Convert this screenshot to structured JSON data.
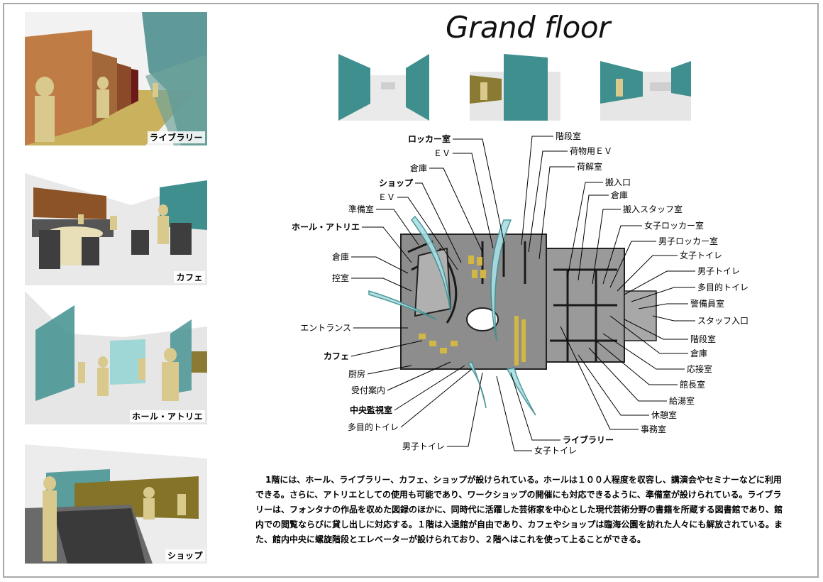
{
  "title": "Grand floor",
  "vignettes": [
    {
      "caption": "ライブラリー"
    },
    {
      "caption": "カフェ"
    },
    {
      "caption": "ホール・アトリエ"
    },
    {
      "caption": "ショップ"
    }
  ],
  "plan_labels": {
    "left": [
      "ロッカー室",
      "ＥＶ",
      "倉庫",
      "ショップ",
      "ＥＶ",
      "準備室",
      "ホール・アトリエ",
      "倉庫",
      "控室",
      "エントランス",
      "カフェ",
      "厨房",
      "受付案内",
      "中央監視室",
      "多目的トイレ",
      "男子トイレ"
    ],
    "right": [
      "階段室",
      "荷物用ＥＶ",
      "荷解室",
      "搬入口",
      "倉庫",
      "搬入スタッフ室",
      "女子ロッカー室",
      "男子ロッカー室",
      "女子トイレ",
      "男子トイレ",
      "多目的トイレ",
      "警備員室",
      "スタッフ入口",
      "階段室",
      "倉庫",
      "応接室",
      "館長室",
      "給湯室",
      "休憩室",
      "事務室",
      "ライブラリー",
      "女子トイレ"
    ]
  },
  "description": "1階には、ホール、ライブラリー、カフェ、ショップが設けられている。ホールは１００人程度を収容し、講演会やセミナーなどに利用できる。さらに、アトリエとしての使用も可能であり、ワークショップの開催にも対応できるように、準備室が設けられている。ライブラリーは、フォンタナの作品を収めた図録のほかに、同時代に活躍した芸術家を中心とした現代芸術分野の書籍を所蔵する図書館であり、館内での閲覧ならびに貸し出しに対応する。１階は入退館が自由であり、カフェやショップは臨海公園を訪れた人々にも解放されている。また、館内中央に螺旋階段とエレベーターが設けられており、２階へはこれを使って上ることができる。",
  "colors": {
    "teal": "#3f8f8f",
    "olive": "#8a7a34",
    "sand": "#d8c98a",
    "brown": "#8c5a2a",
    "dark": "#3a3a3a",
    "plan_floor": "#8d8d8d"
  }
}
